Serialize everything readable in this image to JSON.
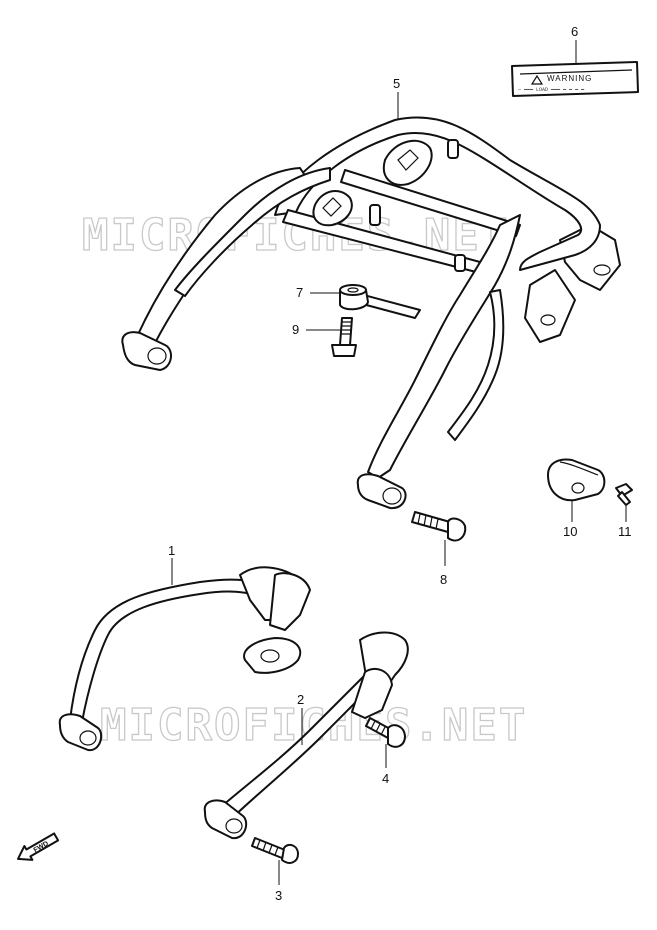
{
  "watermarks": [
    "MICROFICHES.NET",
    "MICROFICHES.NET"
  ],
  "warning_label": {
    "title": "WARNING",
    "fine_print": "— ━━━ LOAD ━━━ ━ ━ ━ ━"
  },
  "direction_marker": "FWD",
  "callouts": [
    {
      "id": "1",
      "number": "1"
    },
    {
      "id": "2",
      "number": "2"
    },
    {
      "id": "3",
      "number": "3"
    },
    {
      "id": "4",
      "number": "4"
    },
    {
      "id": "5",
      "number": "5"
    },
    {
      "id": "6",
      "number": "6"
    },
    {
      "id": "7",
      "number": "7"
    },
    {
      "id": "8",
      "number": "8"
    },
    {
      "id": "9",
      "number": "9"
    },
    {
      "id": "10",
      "number": "10"
    },
    {
      "id": "11",
      "number": "11"
    }
  ]
}
